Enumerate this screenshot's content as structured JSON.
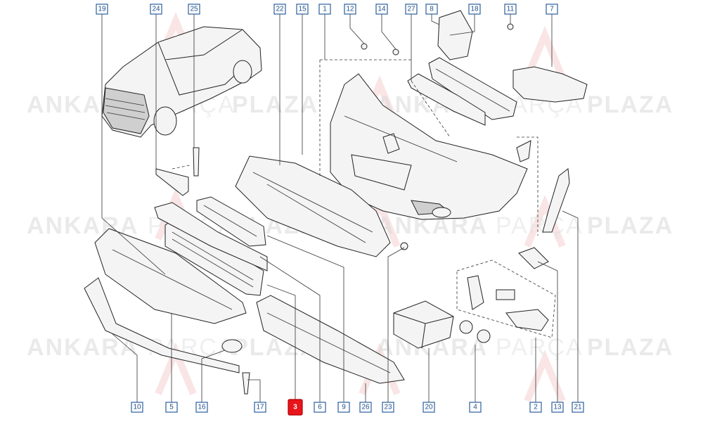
{
  "watermark": {
    "word1": "ANKARA",
    "word2": "PARÇA",
    "word3": "PLAZA",
    "logo_color": "#e8151b"
  },
  "selected_callout": "3",
  "colors": {
    "callout_border": "#2a5f9e",
    "selected_fill": "#e8151b"
  },
  "callouts": [
    {
      "id": "19",
      "label": "19"
    },
    {
      "id": "24",
      "label": "24"
    },
    {
      "id": "25",
      "label": "25"
    },
    {
      "id": "22",
      "label": "22"
    },
    {
      "id": "15",
      "label": "15"
    },
    {
      "id": "1",
      "label": "1"
    },
    {
      "id": "12",
      "label": "12"
    },
    {
      "id": "14",
      "label": "14"
    },
    {
      "id": "27",
      "label": "27"
    },
    {
      "id": "8",
      "label": "8"
    },
    {
      "id": "18",
      "label": "18"
    },
    {
      "id": "11",
      "label": "11"
    },
    {
      "id": "7",
      "label": "7"
    },
    {
      "id": "10",
      "label": "10"
    },
    {
      "id": "5",
      "label": "5"
    },
    {
      "id": "16",
      "label": "16"
    },
    {
      "id": "17",
      "label": "17"
    },
    {
      "id": "3",
      "label": "3"
    },
    {
      "id": "6",
      "label": "6"
    },
    {
      "id": "9",
      "label": "9"
    },
    {
      "id": "26",
      "label": "26"
    },
    {
      "id": "23",
      "label": "23"
    },
    {
      "id": "20",
      "label": "20"
    },
    {
      "id": "4",
      "label": "4"
    },
    {
      "id": "2",
      "label": "2"
    },
    {
      "id": "13",
      "label": "13"
    },
    {
      "id": "21",
      "label": "21"
    }
  ]
}
